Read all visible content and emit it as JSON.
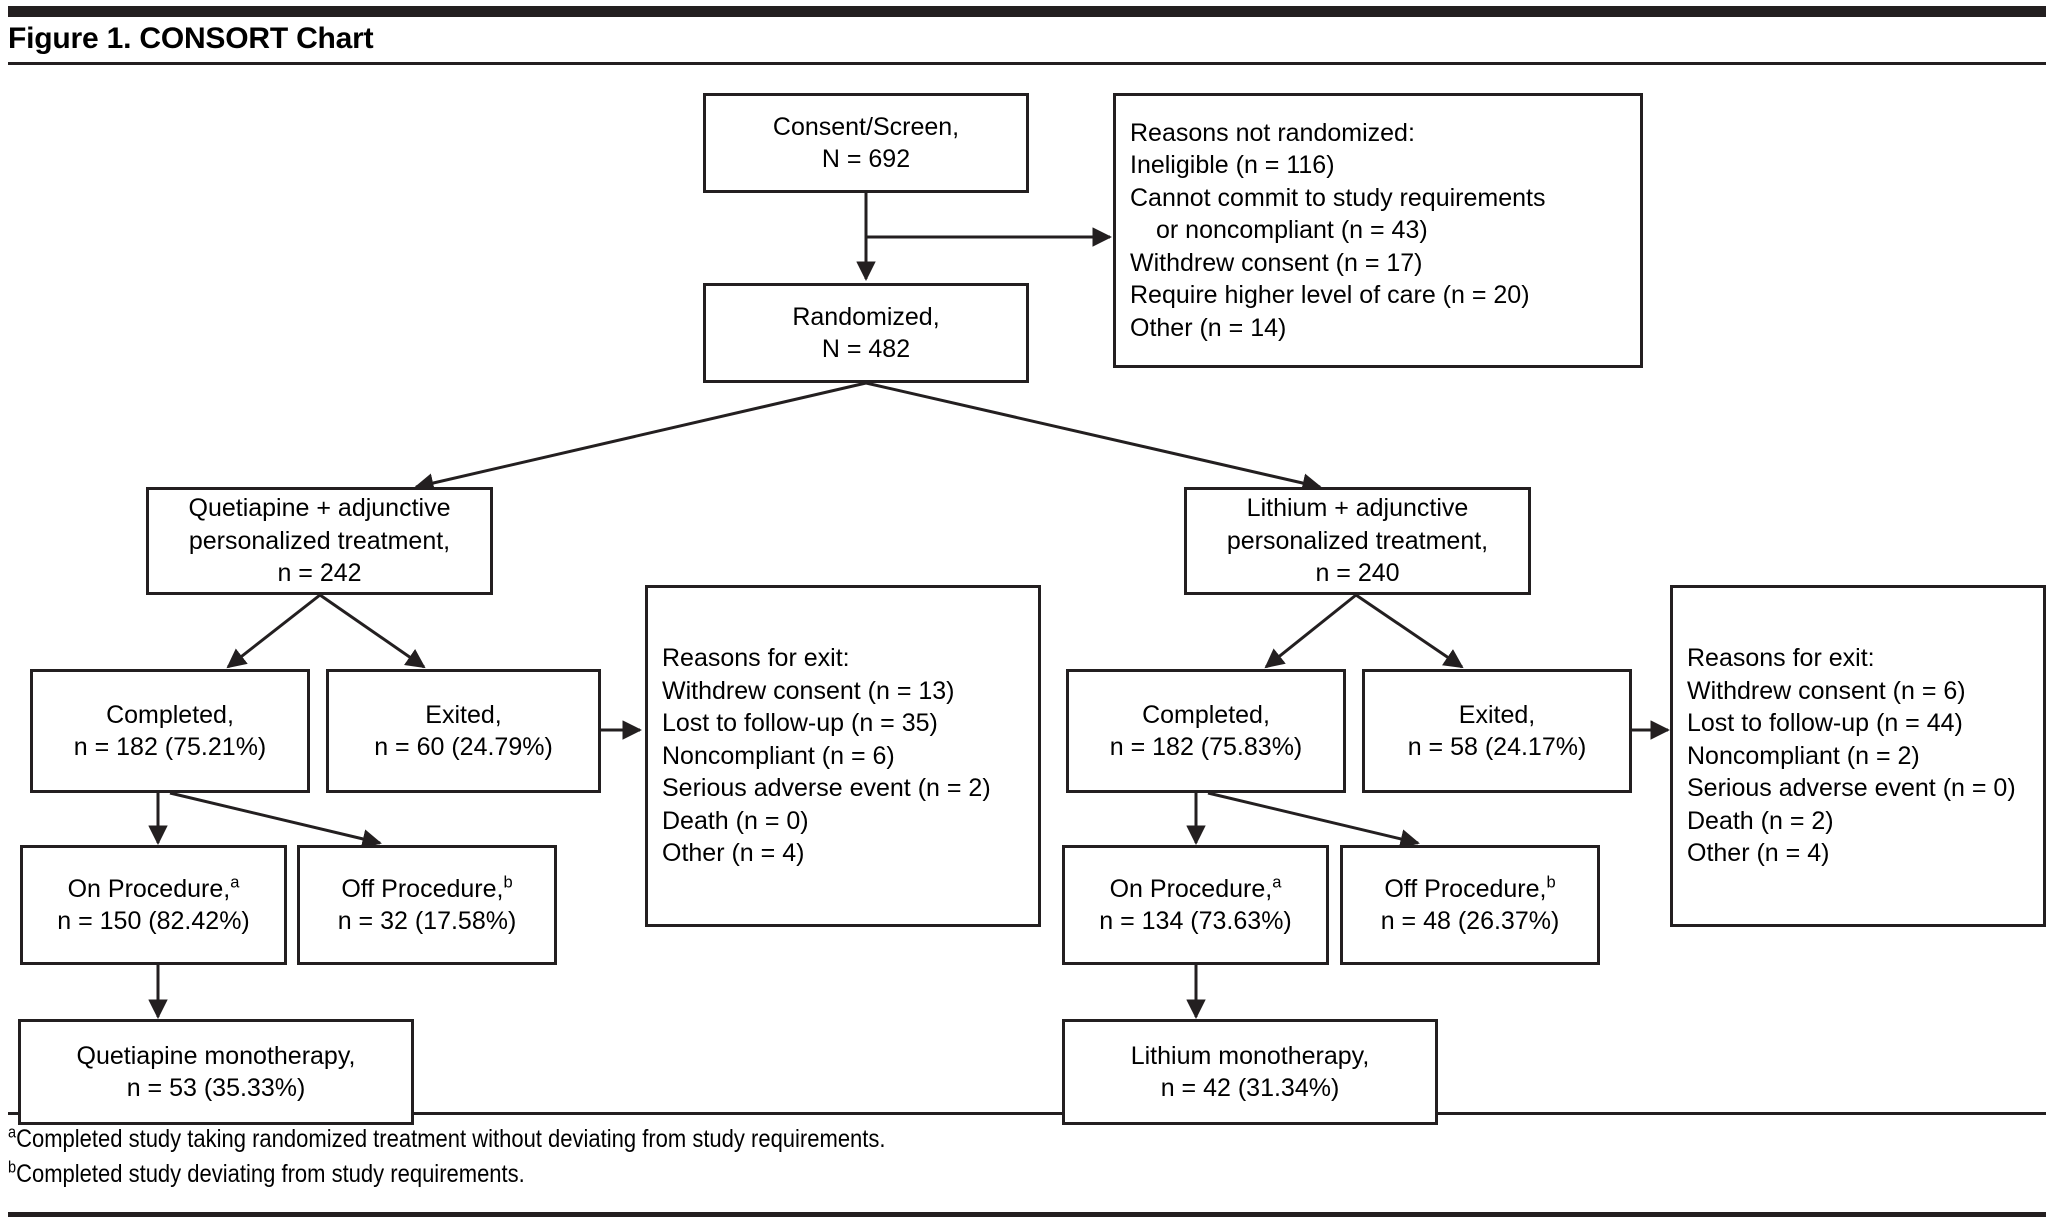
{
  "figure": {
    "title": "Figure 1. CONSORT Chart"
  },
  "chart_data": {
    "type": "flowchart",
    "title": "Figure 1. CONSORT Chart",
    "nodes": {
      "consent": {
        "label": "Consent/Screen,",
        "value": "N = 692"
      },
      "not_randomized": {
        "heading": "Reasons not randomized:",
        "items": [
          "Ineligible (n = 116)",
          "Cannot commit to study requirements",
          "or noncompliant (n = 43)",
          "Withdrew consent (n = 17)",
          "Require higher level of care (n = 20)",
          "Other (n = 14)"
        ]
      },
      "randomized": {
        "label": "Randomized,",
        "value": "N = 482"
      },
      "arm_left": {
        "line1": "Quetiapine + adjunctive",
        "line2": "personalized treatment,",
        "value": "n = 242"
      },
      "arm_right": {
        "line1": "Lithium + adjunctive",
        "line2": "personalized treatment,",
        "value": "n = 240"
      },
      "completed_left": {
        "label": "Completed,",
        "value": "n = 182 (75.21%)"
      },
      "exited_left": {
        "label": "Exited,",
        "value": "n = 60 (24.79%)"
      },
      "completed_right": {
        "label": "Completed,",
        "value": "n = 182 (75.83%)"
      },
      "exited_right": {
        "label": "Exited,",
        "value": "n = 58 (24.17%)"
      },
      "exit_reasons_left": {
        "heading": "Reasons for exit:",
        "items": [
          "Withdrew consent (n = 13)",
          "Lost to follow-up (n = 35)",
          "Noncompliant (n = 6)",
          "Serious adverse event (n = 2)",
          "Death (n = 0)",
          "Other (n = 4)"
        ]
      },
      "exit_reasons_right": {
        "heading": "Reasons for exit:",
        "items": [
          "Withdrew consent (n = 6)",
          "Lost to follow-up (n = 44)",
          "Noncompliant (n = 2)",
          "Serious adverse event (n = 0)",
          "Death (n = 2)",
          "Other (n = 4)"
        ]
      },
      "on_procedure_left": {
        "label": "On Procedure,",
        "marker": "a",
        "value": "n = 150 (82.42%)"
      },
      "off_procedure_left": {
        "label": "Off Procedure,",
        "marker": "b",
        "value": "n = 32 (17.58%)"
      },
      "on_procedure_right": {
        "label": "On Procedure,",
        "marker": "a",
        "value": "n = 134 (73.63%)"
      },
      "off_procedure_right": {
        "label": "Off Procedure,",
        "marker": "b",
        "value": "n = 48 (26.37%)"
      },
      "mono_left": {
        "label": "Quetiapine monotherapy,",
        "value": "n = 53 (35.33%)"
      },
      "mono_right": {
        "label": "Lithium monotherapy,",
        "value": "n = 42 (31.34%)"
      }
    },
    "edges": [
      {
        "from": "consent",
        "to": "randomized"
      },
      {
        "from": "consent",
        "to": "not_randomized"
      },
      {
        "from": "randomized",
        "to": "arm_left"
      },
      {
        "from": "randomized",
        "to": "arm_right"
      },
      {
        "from": "arm_left",
        "to": "completed_left"
      },
      {
        "from": "arm_left",
        "to": "exited_left"
      },
      {
        "from": "exited_left",
        "to": "exit_reasons_left"
      },
      {
        "from": "completed_left",
        "to": "on_procedure_left"
      },
      {
        "from": "completed_left",
        "to": "off_procedure_left"
      },
      {
        "from": "on_procedure_left",
        "to": "mono_left"
      },
      {
        "from": "arm_right",
        "to": "completed_right"
      },
      {
        "from": "arm_right",
        "to": "exited_right"
      },
      {
        "from": "exited_right",
        "to": "exit_reasons_right"
      },
      {
        "from": "completed_right",
        "to": "on_procedure_right"
      },
      {
        "from": "completed_right",
        "to": "off_procedure_right"
      },
      {
        "from": "on_procedure_right",
        "to": "mono_right"
      }
    ],
    "colors": {
      "stroke": "#231f20",
      "background": "#ffffff"
    }
  },
  "footnotes": [
    "Completed study taking randomized treatment without deviating from study requirements.",
    "Completed study deviating from study requirements."
  ],
  "footnote_markers": [
    "a",
    "b"
  ]
}
